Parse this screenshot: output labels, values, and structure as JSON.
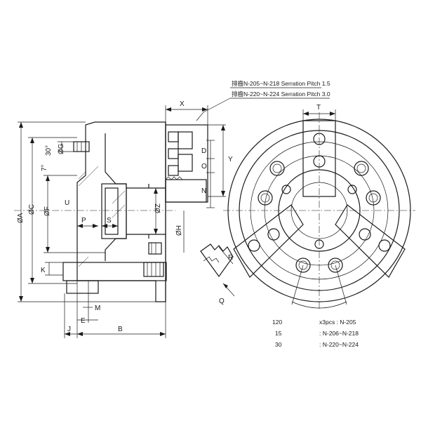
{
  "notes": {
    "line1": "排齒N-205~N-218 Serration Pitch 1.5",
    "line2": "排齒N-220~N-224 Serration Pitch 3.0"
  },
  "labels": {
    "X": "X",
    "T": "T",
    "Y": "Y",
    "D": "D",
    "O": "O",
    "N": "N",
    "A": "ØA",
    "C": "ØC",
    "F": "ØF",
    "G": "ØG",
    "H": "ØH",
    "Z": "ØZ",
    "U": "U",
    "P": "P",
    "S": "S",
    "K": "K",
    "M": "M",
    "E": "E",
    "J": "J",
    "B": "B",
    "R": "R",
    "Q": "Q",
    "angle_a": "7°",
    "angle_b": "30°"
  },
  "table": {
    "rows": [
      {
        "angle": "120",
        "spec": "x3pcs : N-205"
      },
      {
        "angle": "15",
        "spec": ": N-206~N-218"
      },
      {
        "angle": "30",
        "spec": ": N-220~N-224"
      }
    ]
  }
}
